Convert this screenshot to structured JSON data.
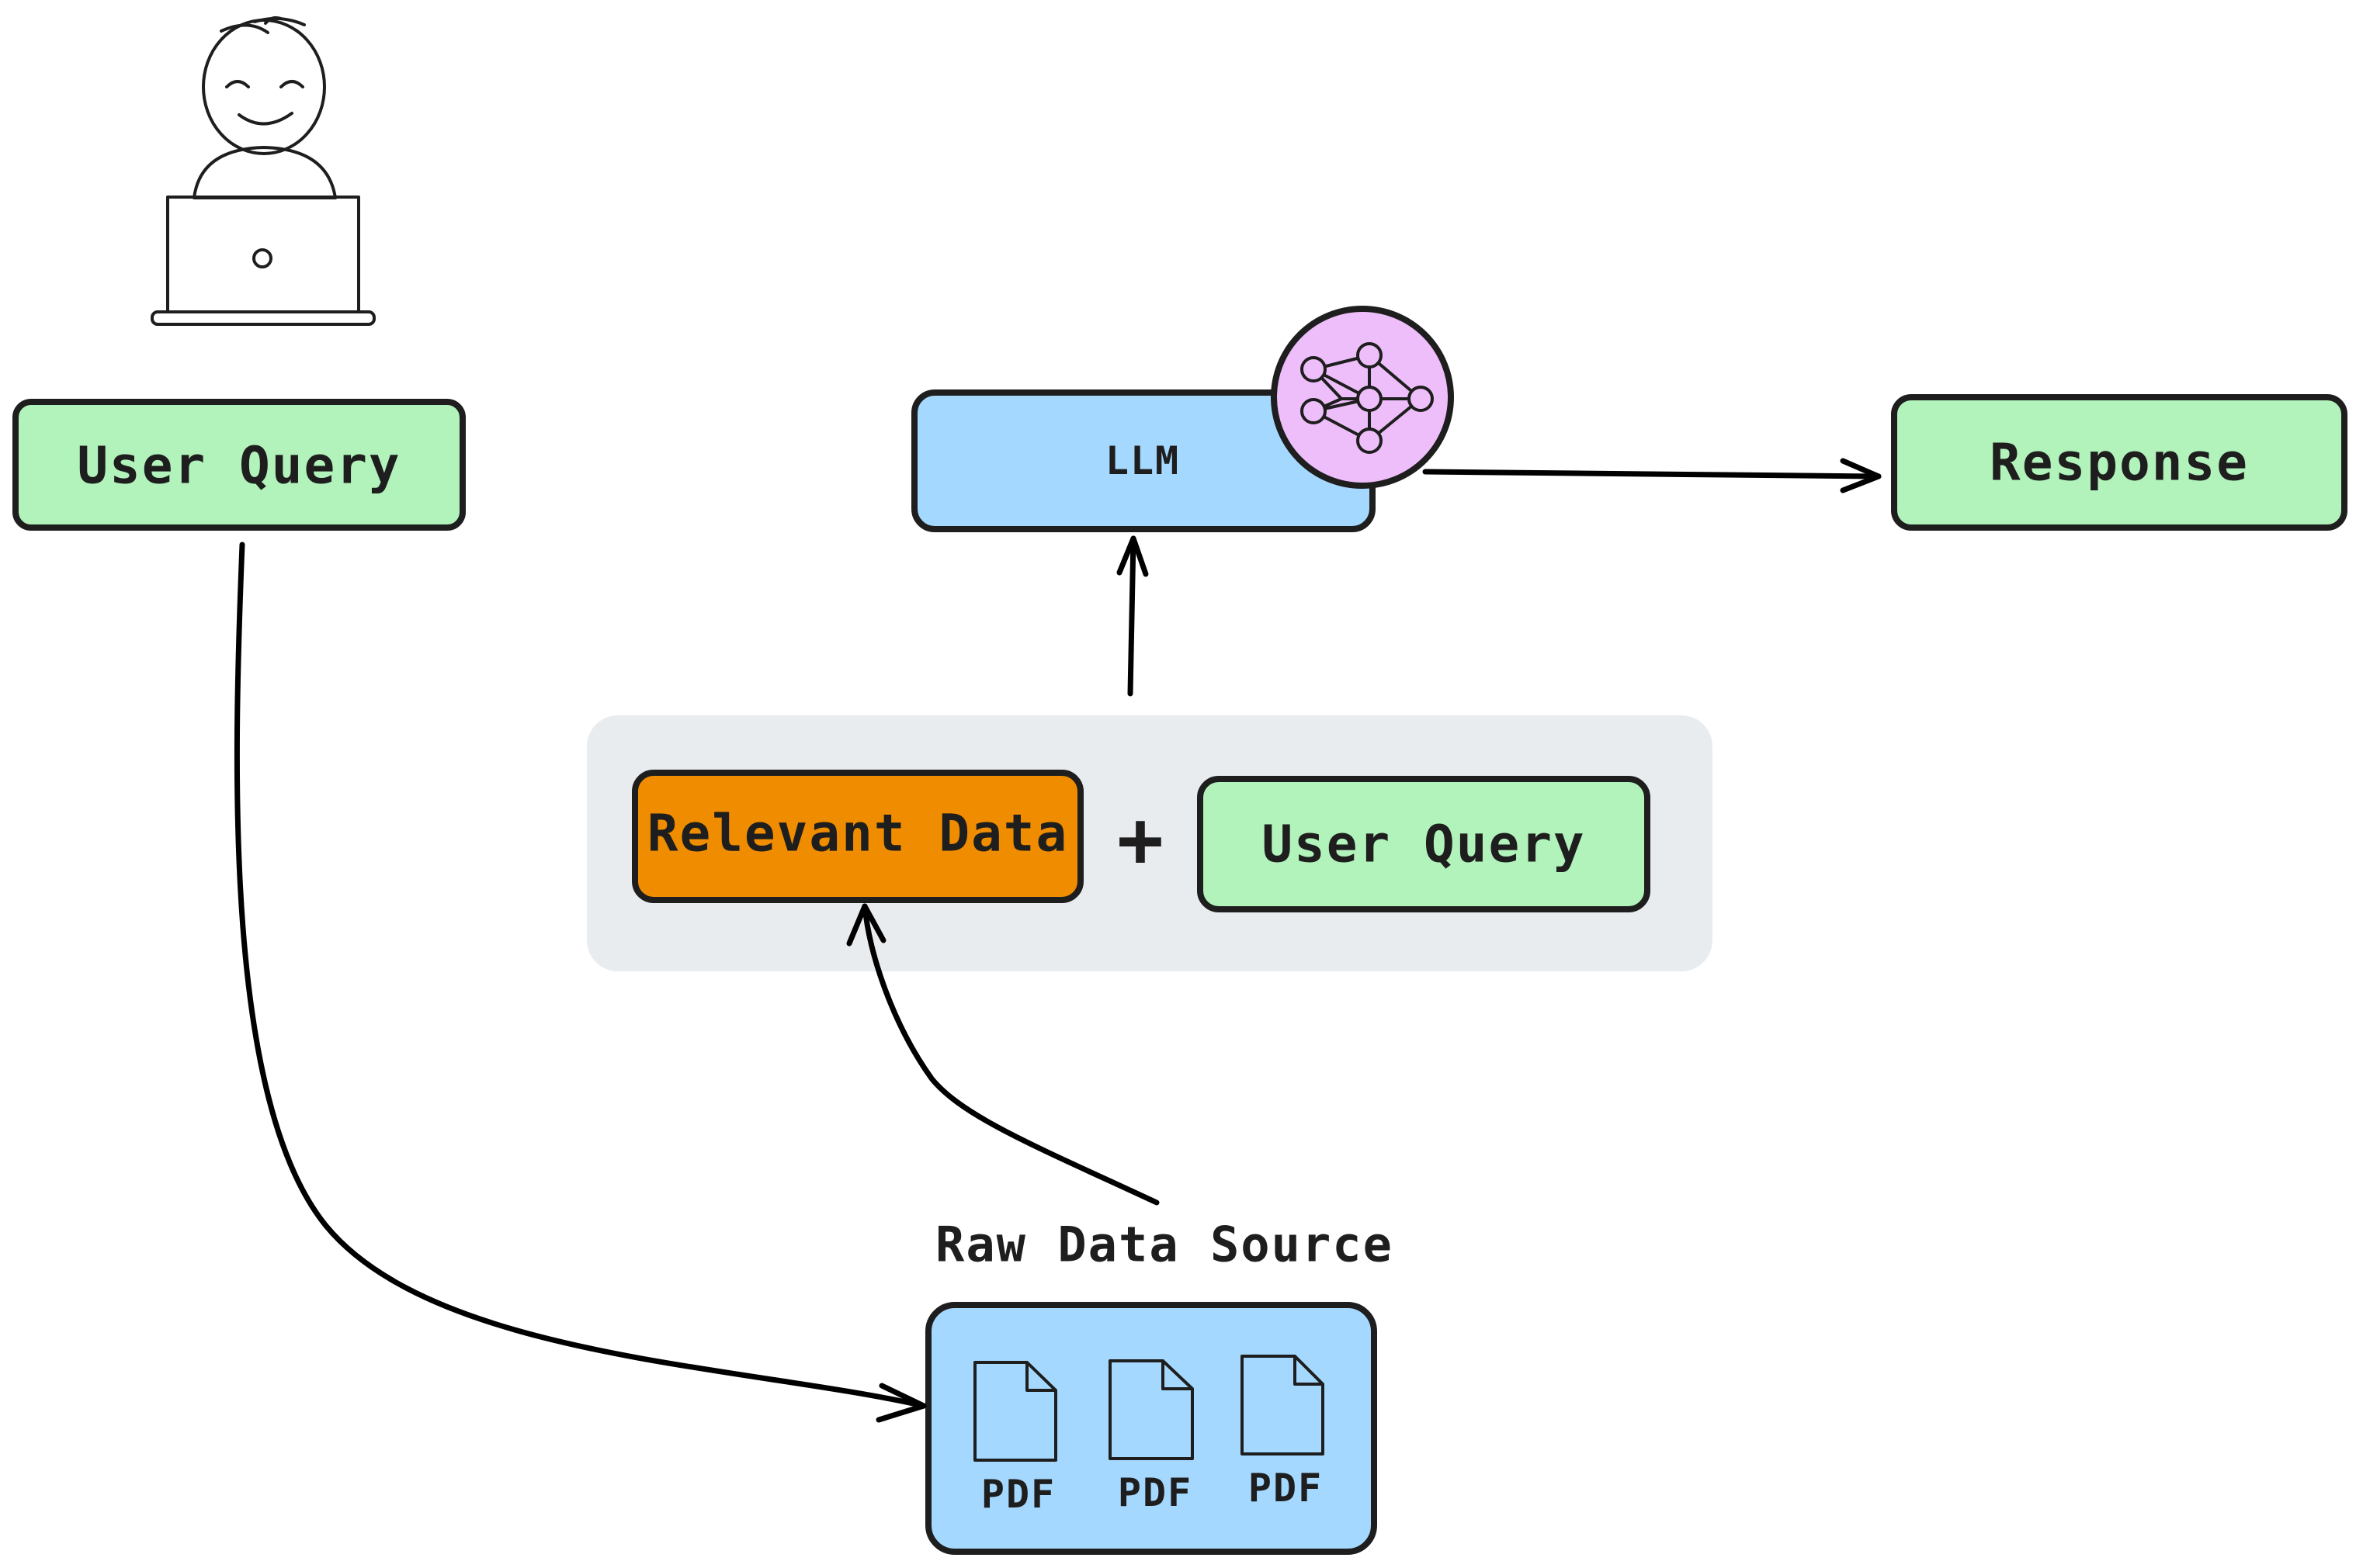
{
  "colors": {
    "green_box": "#b2f2bb",
    "blue_box": "#a5d8ff",
    "orange_box": "#f08c00",
    "grey_group": "#e9ecef",
    "purple_badge": "#eebefa",
    "person_shirt": "#4c6ef5",
    "laptop": "#ced4da",
    "stroke": "#1e1e1e"
  },
  "nodes": {
    "user_query_top": "User Query",
    "llm": "LLM",
    "response": "Response",
    "relevant_data": "Relevant Data",
    "plus_sign": "+",
    "user_query_combined": "User Query",
    "raw_data_source_title": "Raw Data Source"
  },
  "documents": [
    {
      "label": "PDF",
      "icon": "file-icon"
    },
    {
      "label": "PDF",
      "icon": "file-icon"
    },
    {
      "label": "PDF",
      "icon": "file-icon"
    }
  ],
  "icons": {
    "person": "user-at-laptop-icon",
    "neural_network": "neural-network-icon"
  },
  "edges": [
    {
      "from": "User Query",
      "to": "Raw Data Source"
    },
    {
      "from": "Raw Data Source",
      "to": "Relevant Data"
    },
    {
      "from": "Relevant Data + User Query",
      "to": "LLM"
    },
    {
      "from": "LLM",
      "to": "Response"
    }
  ]
}
